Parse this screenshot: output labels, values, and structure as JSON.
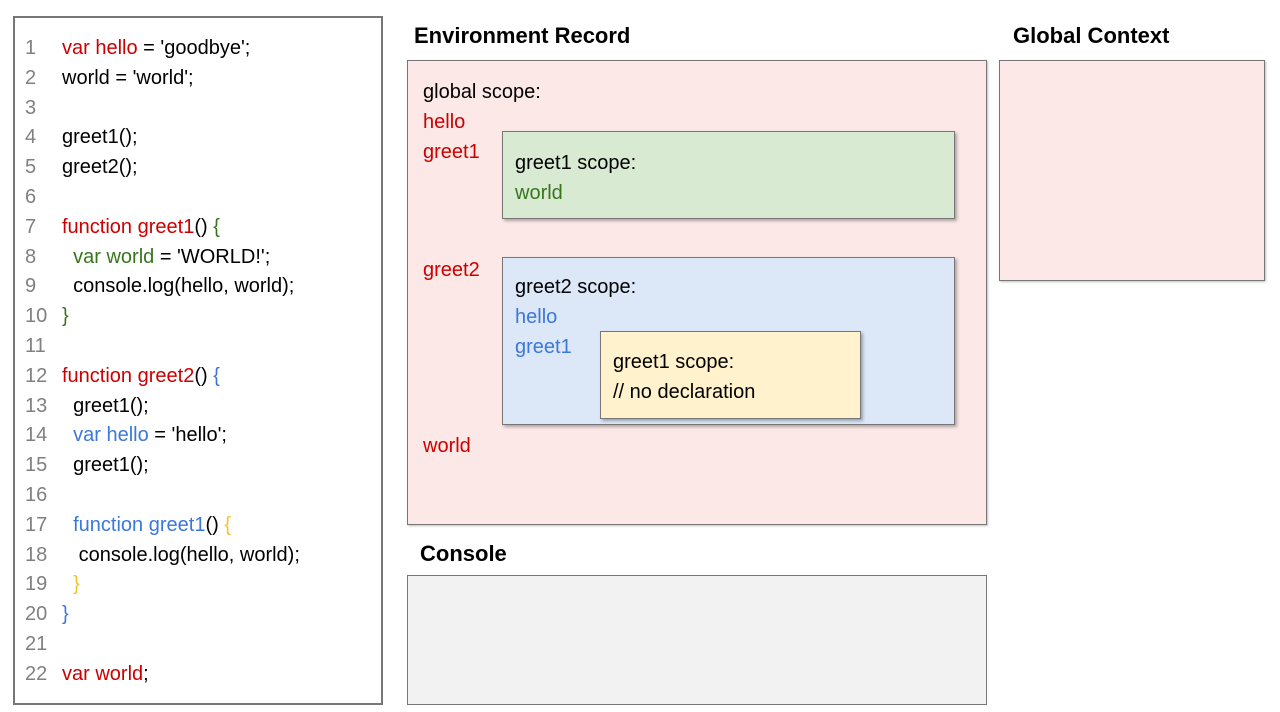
{
  "colors": {
    "code_red": "#cc0000",
    "code_green": "#38761d",
    "code_blue": "#3c78d8",
    "code_yellow": "#f1c232",
    "code_black": "#000000",
    "line_number_gray": "#808080",
    "pink_fill": "#fce8e6",
    "green_fill": "#d9ead3",
    "blue_fill": "#dce7f8",
    "yellow_fill": "#fff2cc",
    "console_fill": "#f2f2f2",
    "box_border": "#777777"
  },
  "code_panel": {
    "lines": [
      {
        "n": "1",
        "seg": [
          {
            "t": "var hello",
            "c": "red"
          },
          {
            "t": " = 'goodbye';",
            "c": "k"
          }
        ]
      },
      {
        "n": "2",
        "seg": [
          {
            "t": "world = 'world';",
            "c": "k"
          }
        ]
      },
      {
        "n": "3",
        "seg": []
      },
      {
        "n": "4",
        "seg": [
          {
            "t": "greet1();",
            "c": "k"
          }
        ]
      },
      {
        "n": "5",
        "seg": [
          {
            "t": "greet2();",
            "c": "k"
          }
        ]
      },
      {
        "n": "6",
        "seg": []
      },
      {
        "n": "7",
        "seg": [
          {
            "t": "function greet1",
            "c": "red"
          },
          {
            "t": "() ",
            "c": "k"
          },
          {
            "t": "{",
            "c": "green"
          }
        ]
      },
      {
        "n": "8",
        "seg": [
          {
            "t": "  ",
            "c": "k"
          },
          {
            "t": "var world",
            "c": "green"
          },
          {
            "t": " = 'WORLD!';",
            "c": "k"
          }
        ]
      },
      {
        "n": "9",
        "seg": [
          {
            "t": "  console.log(hello, world);",
            "c": "k"
          }
        ]
      },
      {
        "n": "10",
        "seg": [
          {
            "t": "}",
            "c": "green"
          }
        ]
      },
      {
        "n": "11",
        "seg": []
      },
      {
        "n": "12",
        "seg": [
          {
            "t": "function greet2",
            "c": "red"
          },
          {
            "t": "() ",
            "c": "k"
          },
          {
            "t": "{",
            "c": "blue"
          }
        ]
      },
      {
        "n": "13",
        "seg": [
          {
            "t": "  greet1();",
            "c": "k"
          }
        ]
      },
      {
        "n": "14",
        "seg": [
          {
            "t": "  ",
            "c": "k"
          },
          {
            "t": "var hello",
            "c": "blue"
          },
          {
            "t": " = 'hello';",
            "c": "k"
          }
        ]
      },
      {
        "n": "15",
        "seg": [
          {
            "t": "  greet1();",
            "c": "k"
          }
        ]
      },
      {
        "n": "16",
        "seg": []
      },
      {
        "n": "17",
        "seg": [
          {
            "t": "  ",
            "c": "k"
          },
          {
            "t": "function greet1",
            "c": "blue"
          },
          {
            "t": "() ",
            "c": "k"
          },
          {
            "t": "{",
            "c": "yellow"
          }
        ]
      },
      {
        "n": "18",
        "seg": [
          {
            "t": "   console.log(hello, world);",
            "c": "k"
          }
        ]
      },
      {
        "n": "19",
        "seg": [
          {
            "t": "  ",
            "c": "k"
          },
          {
            "t": "}",
            "c": "yellow"
          }
        ]
      },
      {
        "n": "20",
        "seg": [
          {
            "t": "}",
            "c": "blue"
          }
        ]
      },
      {
        "n": "21",
        "seg": []
      },
      {
        "n": "22",
        "seg": [
          {
            "t": "var world",
            "c": "red"
          },
          {
            "t": ";",
            "c": "k"
          }
        ]
      }
    ]
  },
  "env_record": {
    "title": "Environment Record",
    "global_scope_heading": "global scope:",
    "label_hello": "hello",
    "label_greet1": "greet1",
    "label_greet2": "greet2",
    "label_world": "world",
    "greet1_scope": {
      "heading": "greet1 scope:",
      "entry_world": "world"
    },
    "greet2_scope": {
      "heading": "greet2 scope:",
      "entry_hello": "hello",
      "entry_greet1": "greet1",
      "inner_greet1_scope": {
        "heading": "greet1 scope:",
        "comment": "// no declaration"
      }
    }
  },
  "global_context": {
    "title": "Global Context"
  },
  "console_panel": {
    "title": "Console"
  }
}
